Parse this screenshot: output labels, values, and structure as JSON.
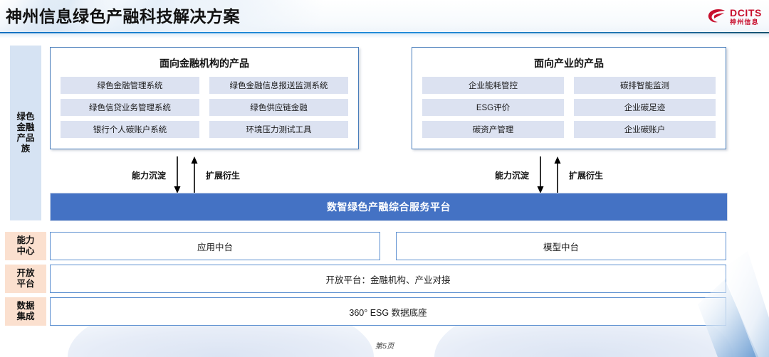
{
  "header": {
    "title": "神州信息绿色产融科技解决方案",
    "logo_en": "DCITS",
    "logo_cn": "神州信息"
  },
  "sidebar": {
    "items": [
      {
        "id": "family",
        "label": "绿色\n金融\n产品\n族"
      },
      {
        "id": "ability",
        "label": "能力\n中心"
      },
      {
        "id": "open",
        "label": "开放\n平台"
      },
      {
        "id": "data",
        "label": "数据\n集成"
      }
    ]
  },
  "groups": [
    {
      "id": "financial-institutions",
      "title": "面向金融机构的产品",
      "products": [
        "绿色金融管理系统",
        "绿色金融信息报送监测系统",
        "绿色信贷业务管理系统",
        "绿色供应链金融",
        "银行个人碳账户系统",
        "环境压力测试工具"
      ]
    },
    {
      "id": "industry",
      "title": "面向产业的产品",
      "products": [
        "企业能耗管控",
        "碳排智能监测",
        "ESG评价",
        "企业碳足迹",
        "碳资产管理",
        "企业碳账户"
      ]
    }
  ],
  "flows": {
    "left": {
      "down_label": "能力沉淀",
      "up_label": "扩展衍生"
    },
    "right": {
      "down_label": "能力沉淀",
      "up_label": "扩展衍生"
    }
  },
  "platform": {
    "label": "数智绿色产融综合服务平台"
  },
  "middle_platforms": [
    {
      "id": "app",
      "label": "应用中台"
    },
    {
      "id": "model",
      "label": "模型中台"
    }
  ],
  "open_platform": {
    "label": "开放平台：金融机构、产业对接"
  },
  "data_foundation": {
    "label": "360° ESG 数据底座"
  },
  "footer": {
    "page_label": "第5页"
  },
  "colors": {
    "accent_blue": "#4472C4",
    "border_blue": "#4A7EBB",
    "panel_border": "#5B8FD0",
    "product_fill": "#DCE2F1",
    "sidebar_blue": "#D6E3F3",
    "sidebar_peach": "#FBE0CF",
    "brand_red": "#C8102E",
    "rule_blue": "#1C86D4"
  }
}
